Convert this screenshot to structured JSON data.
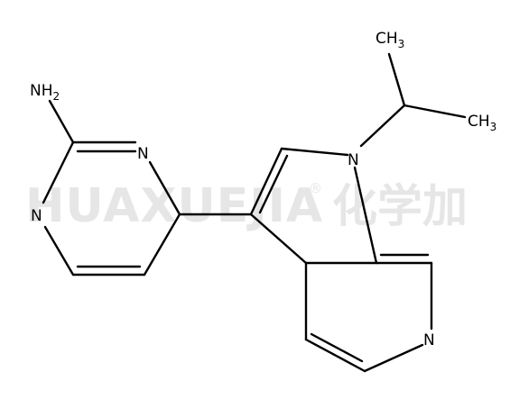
{
  "watermark": {
    "latin": "HUAXUEJIA",
    "registered": "®",
    "cjk": "化学加"
  },
  "labels": {
    "nh2_main": "NH",
    "nh2_sub": "2",
    "n_pyrimidine_top": "N",
    "n_pyrimidine_left": "N",
    "n_indole": "N",
    "n_pyridine": "N",
    "ch3_top_main": "CH",
    "ch3_top_sub": "3",
    "ch3_right_main": "CH",
    "ch3_right_sub": "3"
  }
}
